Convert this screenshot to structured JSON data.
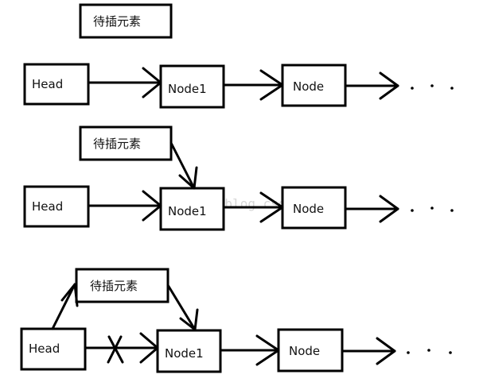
{
  "watermark": "http://blog.csdn.net/",
  "colors": {
    "stroke": "#000000",
    "background": "#ffffff",
    "watermark": "#d6d6d6"
  },
  "rows": [
    {
      "insert_label": "待插元素",
      "head_label": "Head",
      "node1_label": "Node1",
      "node_label": "Node",
      "ellipsis": ". . ."
    },
    {
      "insert_label": "待插元素",
      "head_label": "Head",
      "node1_label": "Node1",
      "node_label": "Node",
      "ellipsis": ". . ."
    },
    {
      "insert_label": "待插元素",
      "head_label": "Head",
      "node1_label": "Node1",
      "node_label": "Node",
      "ellipsis": ". . ."
    }
  ]
}
